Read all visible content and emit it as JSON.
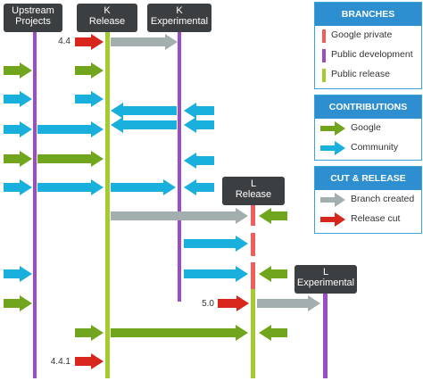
{
  "headers": {
    "upstream": [
      "Upstream",
      "Projects"
    ],
    "k_release": [
      "K",
      "Release"
    ],
    "k_experimental": [
      "K",
      "Experimental"
    ],
    "l_release": [
      "L",
      "Release"
    ],
    "l_experimental": [
      "L",
      "Experimental"
    ]
  },
  "version_labels": {
    "v44": "4.4",
    "v50": "5.0",
    "v441": "4.4.1"
  },
  "legend": {
    "branches": {
      "title": "BRANCHES",
      "google_private": "Google private",
      "public_development": "Public development",
      "public_release": "Public release"
    },
    "contributions": {
      "title": "CONTRIBUTIONS",
      "google": "Google",
      "community": "Community"
    },
    "cut_release": {
      "title": "CUT & RELEASE",
      "branch_created": "Branch created",
      "release_cut": "Release cut"
    }
  },
  "colors": {
    "google_private": "#f05d5a",
    "public_development": "#9b4dc8",
    "public_release": "#a4cc2e",
    "google_arrow": "#71a51e",
    "community_arrow": "#1ab0de",
    "branch_created": "#a3afaf",
    "release_cut": "#d9261c",
    "header_bg": "#3b3f42",
    "legend_header": "#2e8fd0"
  }
}
